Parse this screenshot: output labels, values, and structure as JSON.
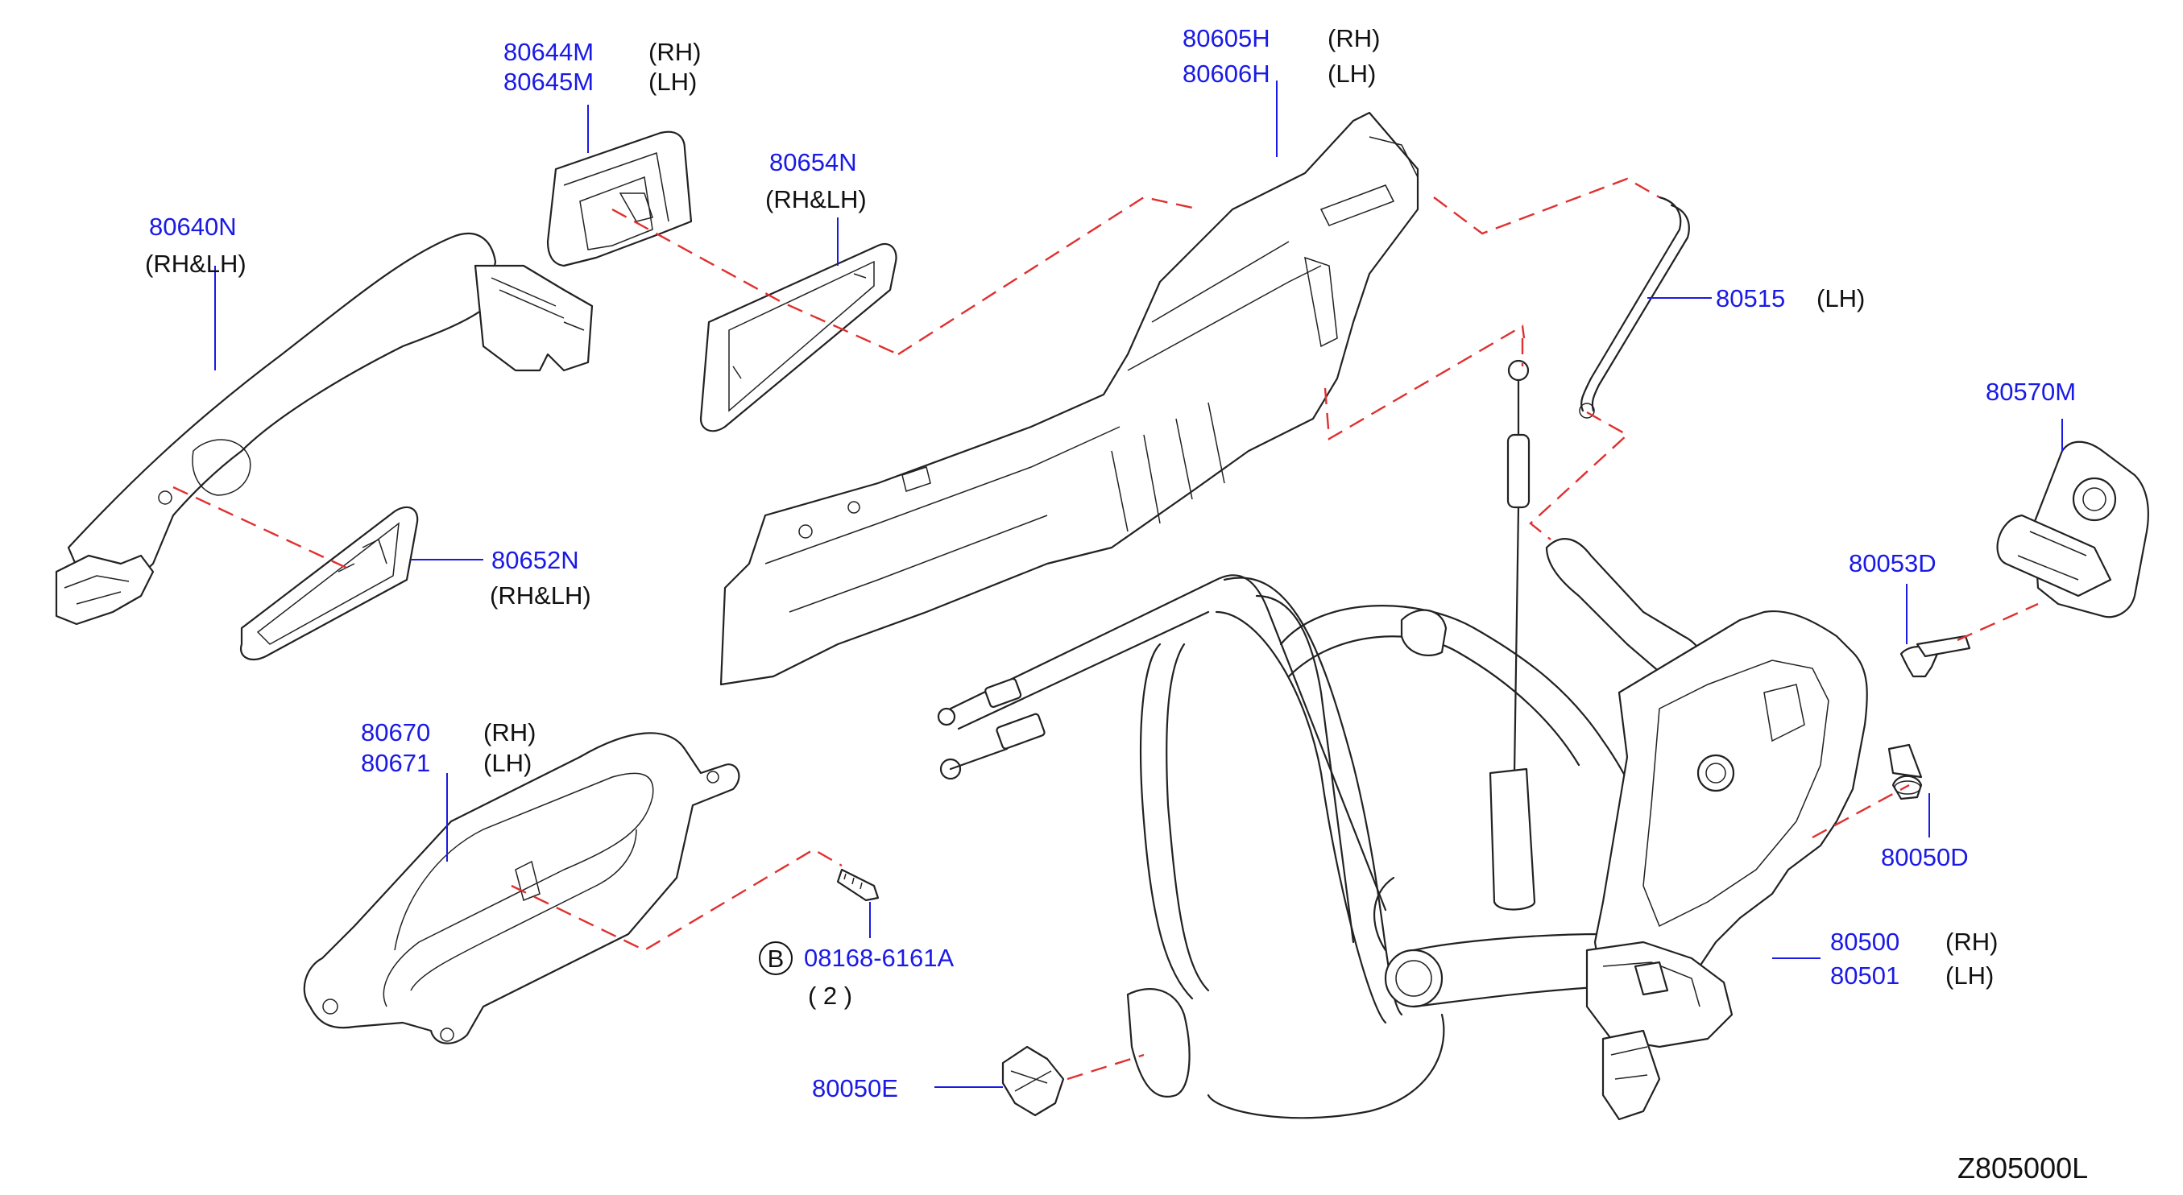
{
  "diagram_code": "Z805000L",
  "callouts": [
    {
      "id": "80644M_80645M",
      "parts": [
        {
          "number": "80644M",
          "side": "(RH)"
        },
        {
          "number": "80645M",
          "side": "(LH)"
        }
      ]
    },
    {
      "id": "80605H_80606H",
      "parts": [
        {
          "number": "80605H",
          "side": "(RH)"
        },
        {
          "number": "80606H",
          "side": "(LH)"
        }
      ]
    },
    {
      "id": "80654N",
      "parts": [
        {
          "number": "80654N",
          "side": "(RH&LH)"
        }
      ]
    },
    {
      "id": "80640N",
      "parts": [
        {
          "number": "80640N",
          "side": "(RH&LH)"
        }
      ]
    },
    {
      "id": "80515",
      "parts": [
        {
          "number": "80515",
          "side": "(LH)"
        }
      ]
    },
    {
      "id": "80570M",
      "parts": [
        {
          "number": "80570M",
          "side": ""
        }
      ]
    },
    {
      "id": "80652N",
      "parts": [
        {
          "number": "80652N",
          "side": "(RH&LH)"
        }
      ]
    },
    {
      "id": "80053D",
      "parts": [
        {
          "number": "80053D",
          "side": ""
        }
      ]
    },
    {
      "id": "80670_80671",
      "parts": [
        {
          "number": "80670",
          "side": "(RH)"
        },
        {
          "number": "80671",
          "side": "(LH)"
        }
      ]
    },
    {
      "id": "80050D",
      "parts": [
        {
          "number": "80050D",
          "side": ""
        }
      ]
    },
    {
      "id": "08168-6161A",
      "bubble": "B",
      "parts": [
        {
          "number": "08168-6161A",
          "side": ""
        }
      ],
      "quantity": "( 2 )"
    },
    {
      "id": "80500_80501",
      "parts": [
        {
          "number": "80500",
          "side": "(RH)"
        },
        {
          "number": "80501",
          "side": "(LH)"
        }
      ]
    },
    {
      "id": "80050E",
      "parts": [
        {
          "number": "80050E",
          "side": ""
        }
      ]
    }
  ]
}
